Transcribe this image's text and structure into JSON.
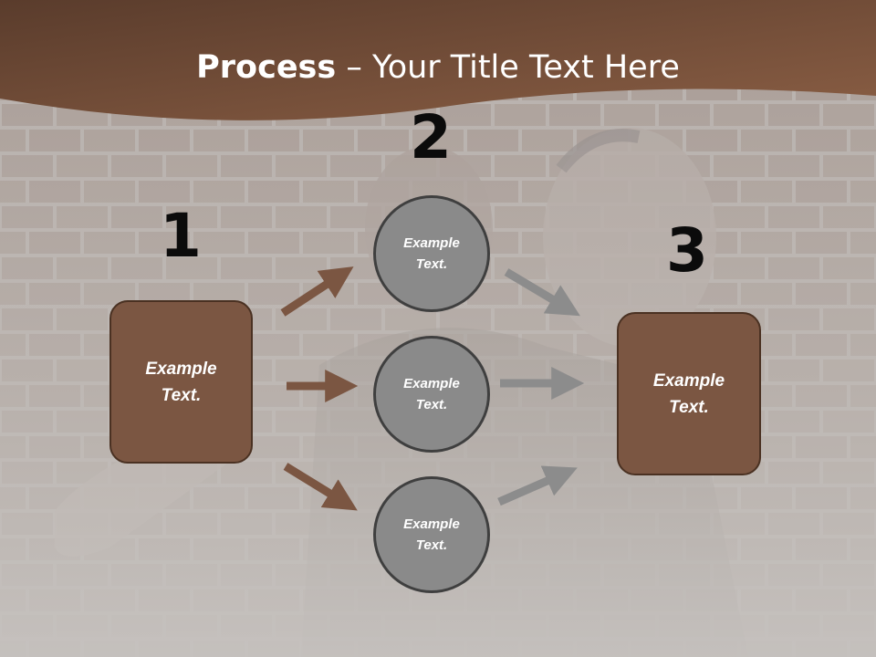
{
  "title": {
    "bold": "Process",
    "rest": " – Your Title Text Here"
  },
  "colors": {
    "header": "#6b4733",
    "box_fill": "#7b5642",
    "box_border": "#4a3122",
    "circle_fill": "#8a8a8a",
    "circle_border": "#3f3f3f",
    "arrow_brown": "#7b5642",
    "arrow_gray": "#8c8c8c"
  },
  "steps": {
    "one": {
      "number": "1",
      "label": "Example\nText."
    },
    "two": {
      "number": "2",
      "circles": [
        {
          "label": "Example\nText."
        },
        {
          "label": "Example\nText."
        },
        {
          "label": "Example\nText."
        }
      ]
    },
    "three": {
      "number": "3",
      "label": "Example\nText."
    }
  }
}
